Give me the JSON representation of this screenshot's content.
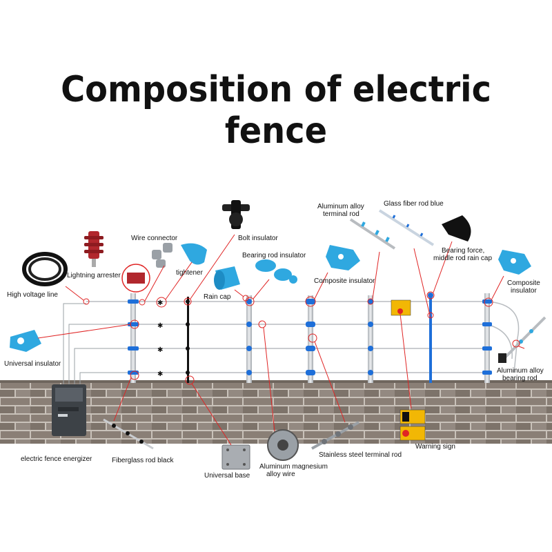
{
  "title": "Composition of electric fence",
  "labels": {
    "high_voltage_line": "High voltage line",
    "lightning_arrester": "Lightning arrester",
    "wire_connector": "Wire connector",
    "tightener": "tightener",
    "bolt_insulator": "Bolt insulator",
    "bearing_rod_insulator": "Bearing rod insulator",
    "rain_cap": "Rain cap",
    "aluminum_terminal_rod_1": "Aluminum alloy",
    "aluminum_terminal_rod_2": "terminal rod",
    "glass_fiber_rod_blue": "Glass fiber rod blue",
    "composite_insulator_mid": "Composite insulator",
    "bearing_force_1": "Bearing force,",
    "bearing_force_2": "middle rod rain cap",
    "composite_insulator_right_1": "Composite",
    "composite_insulator_right_2": "insulator",
    "universal_insulator": "Universal insulator",
    "aluminum_bearing_rod_1": "Aluminum alloy",
    "aluminum_bearing_rod_2": "bearing rod",
    "energizer": "electric fence energizer",
    "fiberglass_rod_black": "Fiberglass rod black",
    "universal_base": "Universal base",
    "aluminum_magnesium_1": "Aluminum magnesium",
    "aluminum_magnesium_2": "alloy wire",
    "stainless_terminal_rod": "Stainless steel terminal rod",
    "warning_sign": "Warning sign"
  },
  "colors": {
    "wall_brick": "#8a7f76",
    "wall_mortar": "#c9c2ba",
    "pole_gray": "#c8ccd0",
    "insulator_blue": "#1e6fd9",
    "part_cyan": "#2fa8e0",
    "callout_red": "#e02424",
    "warning_yellow": "#f2b705"
  }
}
